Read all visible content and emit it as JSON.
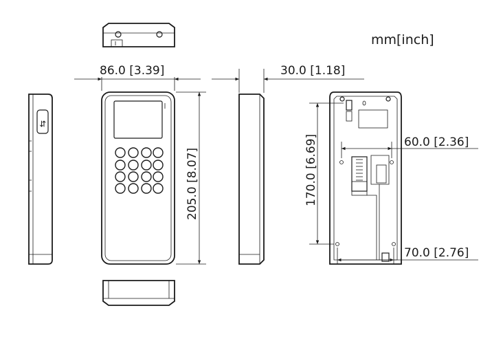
{
  "units": "mm[inch]",
  "dimensions": {
    "front_width": "86.0  [3.39]",
    "depth": "30.0  [1.18]",
    "front_height": "205.0  [8.07]",
    "mount_height": "170.0  [6.69]",
    "mount_upper_width": "60.0  [2.36]",
    "mount_lower_width": "70.0  [2.76]"
  },
  "icons": {
    "port": "usb-port-icon"
  }
}
